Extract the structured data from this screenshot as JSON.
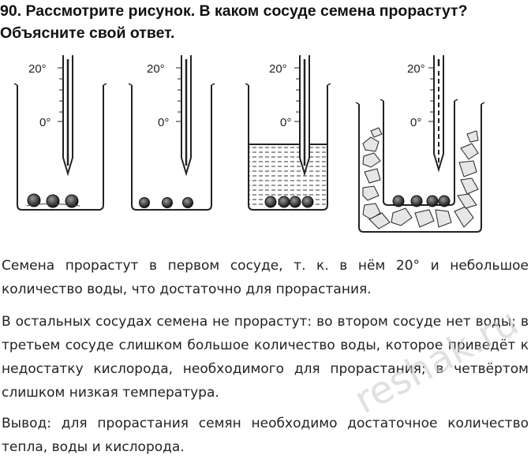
{
  "question": {
    "line1": "90. Рассмотрите рисунок. В каком сосуде семена прорастут?",
    "line2": "Объясните свой ответ."
  },
  "figure": {
    "vessels": [
      {
        "label_top": "20°",
        "label_mid": "0°",
        "content": "seeds-moist"
      },
      {
        "label_top": "20°",
        "label_mid": "0°",
        "content": "seeds-dry"
      },
      {
        "label_top": "20°",
        "label_mid": "0°",
        "content": "seeds-under-water"
      },
      {
        "label_top": "20°",
        "label_mid": "0°",
        "content": "seeds-in-ice"
      }
    ]
  },
  "answer": {
    "p1": "Семена прорастут в первом сосуде, т. к. в нём 20° и небольшое количество воды, что достаточно для прорастания.",
    "p2": "В остальных сосудах семена не прорастут: во втором сосуде нет воды; в третьем сосуде слишком большое количество воды, которое приведёт к недостатку кислорода, необходимого для прорастания; в четвёртом слишком низкая температура.",
    "p3": "Вывод: для прорастания семян необходимо достаточное количество тепла, воды и кислорода."
  },
  "watermark": "reshak.ru"
}
